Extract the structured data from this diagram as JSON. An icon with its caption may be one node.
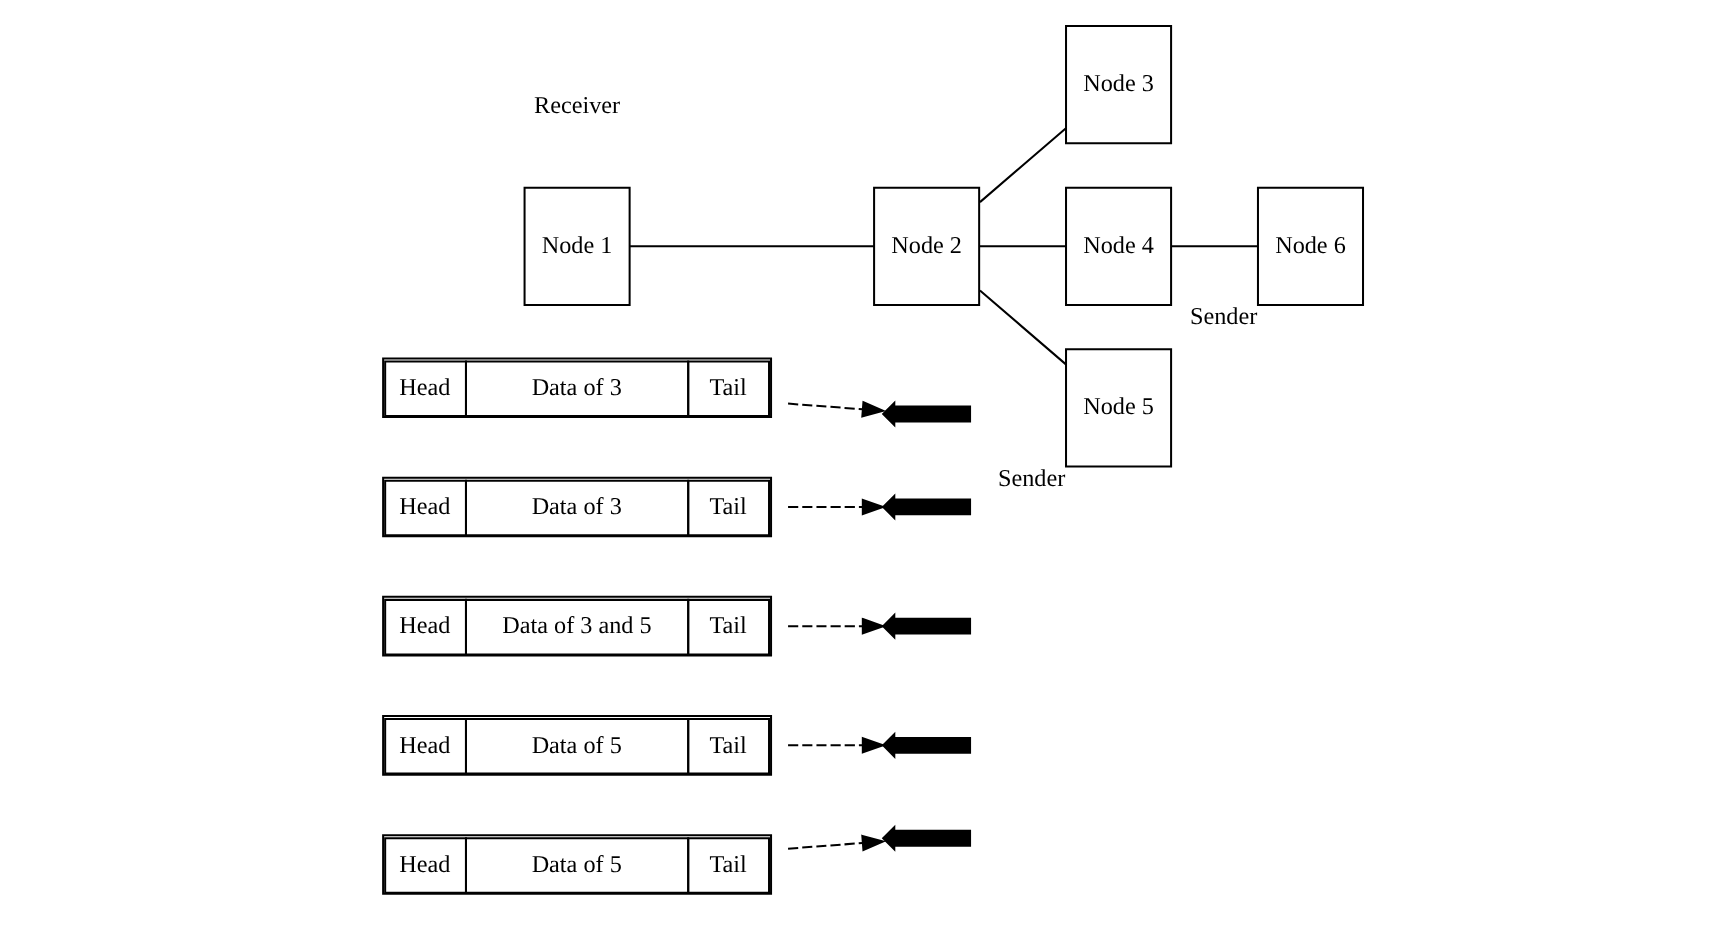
{
  "diagram": {
    "nodes": [
      {
        "text": [
          "Head",
          "Data of 3",
          "Tail"
        ]
      },
      {
        "text": [
          "Head",
          "Data of 3",
          "Tail"
        ]
      },
      {
        "text": [
          "Node 3"
        ]
      },
      {
        "text": [
          "Head",
          "Data of 3 and 5",
          "Tail"
        ]
      },
      {
        "text": [
          "Node 1"
        ]
      },
      {
        "text": [
          "Node 2"
        ]
      },
      {
        "text": [
          "Node 4"
        ]
      },
      {
        "text": [
          "Node 6"
        ],
        "beside": [
          "Sender"
        ]
      },
      {
        "text": [
          "Node 5"
        ],
        "beside": [
          "Sender"
        ]
      },
      {
        "text": [
          "Head",
          "Data of 5",
          "Tail"
        ]
      },
      {
        "text": [
          "Head",
          "Data of 5",
          "Tail"
        ]
      },
      {
        "text": [],
        "shape": "arrow"
      },
      {
        "text": [],
        "shape": "arrow"
      },
      {
        "text": [],
        "shape": "arrow"
      },
      {
        "text": [],
        "shape": "arrow"
      },
      {
        "text": [],
        "shape": "arrow"
      }
    ],
    "edges": [
      {
        "from": 4,
        "to": 5,
        "arrow": "none"
      },
      {
        "from": 5,
        "to": 2,
        "arrow": "none"
      },
      {
        "from": 5,
        "to": 6,
        "arrow": "none"
      },
      {
        "from": 6,
        "to": 7,
        "arrow": "none"
      },
      {
        "from": 5,
        "to": 8,
        "arrow": "none"
      },
      {
        "from": 0,
        "to": 11,
        "arrow": "to",
        "style": "dashed"
      },
      {
        "from": 1,
        "to": 12,
        "arrow": "to",
        "style": "dashed"
      },
      {
        "from": 3,
        "to": 13,
        "arrow": "to",
        "style": "dashed"
      },
      {
        "from": 9,
        "to": 14,
        "arrow": "to",
        "style": "dashed"
      },
      {
        "from": 10,
        "to": 15,
        "arrow": "to",
        "style": "dashed"
      }
    ],
    "labels": [
      "Receiver"
    ]
  }
}
